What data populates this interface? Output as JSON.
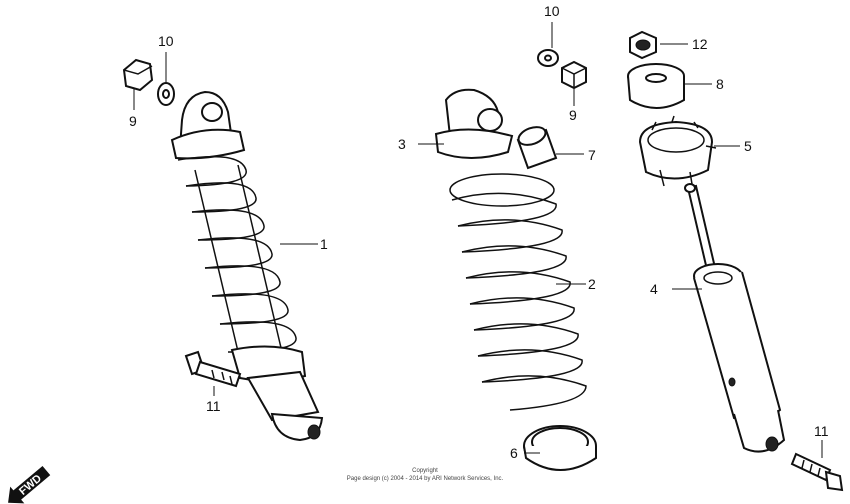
{
  "callouts": {
    "c1": "1",
    "c2": "2",
    "c3": "3",
    "c4": "4",
    "c5": "5",
    "c6": "6",
    "c7": "7",
    "c8": "8",
    "c9a": "9",
    "c9b": "9",
    "c10a": "10",
    "c10b": "10",
    "c11a": "11",
    "c11b": "11",
    "c12": "12"
  },
  "fwd_label": "FWD",
  "copyright": {
    "line1": "Copyright",
    "line2": "Page design (c) 2004 - 2014 by ARI Network Services, Inc."
  },
  "colors": {
    "line": "#111111",
    "background": "#ffffff"
  },
  "icons": [
    "fwd-arrow-icon"
  ]
}
